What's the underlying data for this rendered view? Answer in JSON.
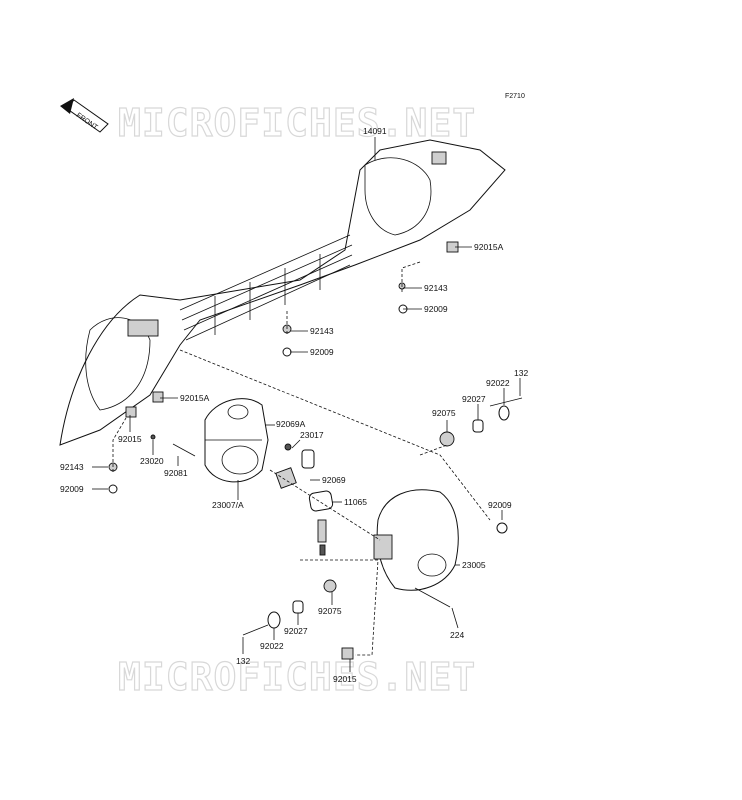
{
  "diagram": {
    "reference_code": "F2710",
    "front_badge": "FRONT",
    "watermark": "MICROFICHES.NET",
    "part_labels": {
      "p14091": "14091",
      "p92015A_top": "92015A",
      "p92143_right": "92143",
      "p92009_right": "92009",
      "p92143_mid": "92143",
      "p92009_mid": "92009",
      "p132_top": "132",
      "p92022_top": "92022",
      "p92027_top": "92027",
      "p92075_top": "92075",
      "p92015A_left": "92015A",
      "p92069A": "92069A",
      "p23017": "23017",
      "p92015_left": "92015",
      "p23020": "23020",
      "p92081": "92081",
      "p92143_left": "92143",
      "p92009_left": "92009",
      "p92069": "92069",
      "p11065": "11065",
      "p23007A": "23007/A",
      "p92009_far": "92009",
      "p23005": "23005",
      "p92075_bot": "92075",
      "p92027_bot": "92027",
      "p92022_bot": "92022",
      "p132_bot": "132",
      "p224": "224",
      "p92015_bot": "92015"
    }
  }
}
